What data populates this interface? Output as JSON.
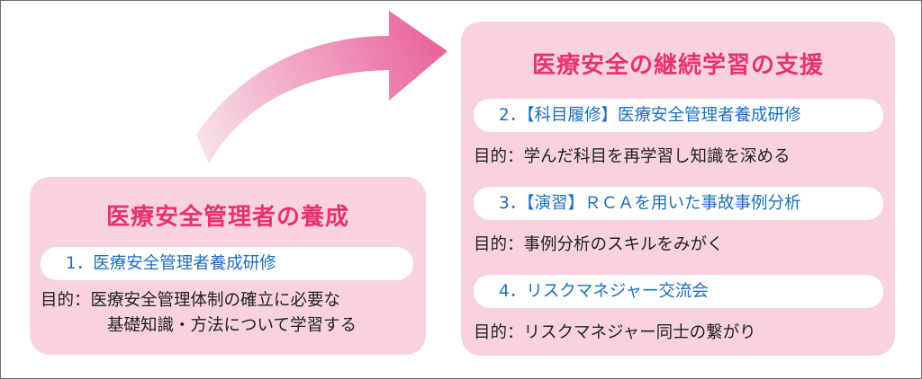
{
  "left_box": {
    "title": "医療安全管理者の養成",
    "item_label": "1．医療安全管理者養成研修",
    "purpose_line1": "目的：医療安全管理体制の確立に必要な",
    "purpose_line2": "基礎知識・方法について学習する"
  },
  "right_box": {
    "title": "医療安全の継続学習の支援",
    "items": [
      {
        "label": "2．【科目履修】医療安全管理者養成研修",
        "purpose": "目的：学んだ科目を再学習し知識を深める"
      },
      {
        "label": "3．【演習】ＲＣＡを用いた事故事例分析",
        "purpose": "目的：事例分析のスキルをみがく"
      },
      {
        "label": "4．リスクマネジャー交流会",
        "purpose": "目的：リスクマネジャー同士の繋がり"
      }
    ]
  },
  "colors": {
    "panel_bg": "#f8d3df",
    "title": "#e8336e",
    "item_label": "#1d6ebf",
    "arrow_start": "#f7d9e3",
    "arrow_end": "#e9609a"
  },
  "icons": {
    "progress_arrow": "curved-arrow-icon"
  }
}
